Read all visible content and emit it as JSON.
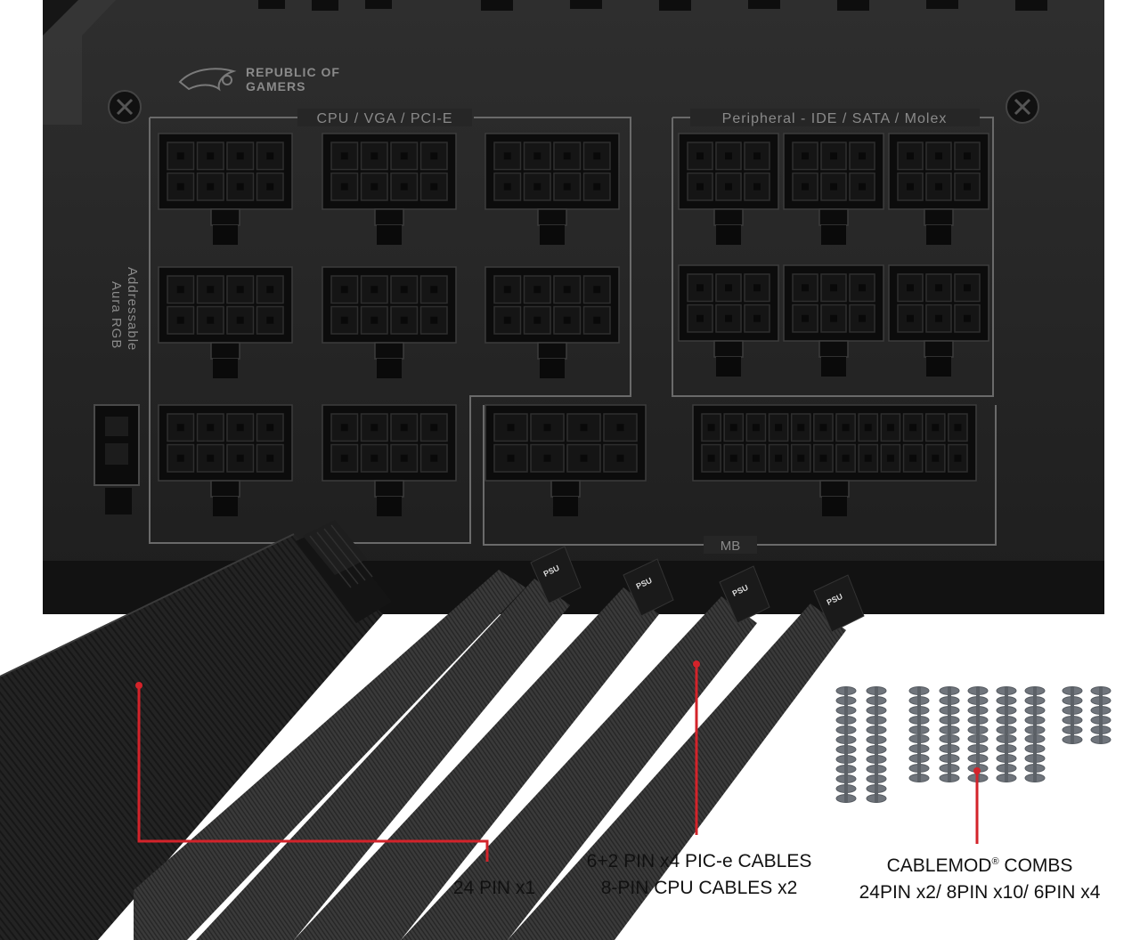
{
  "psu": {
    "brand_line1": "REPUBLIC OF",
    "brand_line2": "GAMERS",
    "group_cpu_vga": "CPU / VGA / PCI-E",
    "group_peripheral": "Peripheral - IDE / SATA / Molex",
    "group_mb": "MB",
    "rgb_line1": "Addressable",
    "rgb_line2": "Aura RGB",
    "connector_tag": "PSU"
  },
  "callouts": {
    "pin24": "24 PIN x1",
    "pcie_line1": "6+2 PIN x4 PIC-e CABLES",
    "pcie_line2": "8-PIN CPU CABLES x2",
    "combs_line1": "CABLEMOD",
    "combs_reg": "®",
    "combs_line1b": " COMBS",
    "combs_line2": "24PIN x2/ 8PIN x10/ 6PIN x4"
  },
  "colors": {
    "psu_body": "#262626",
    "psu_outline": "#6a6a6a",
    "callout_line": "#d3232a",
    "comb_gray": "#6f747b"
  }
}
